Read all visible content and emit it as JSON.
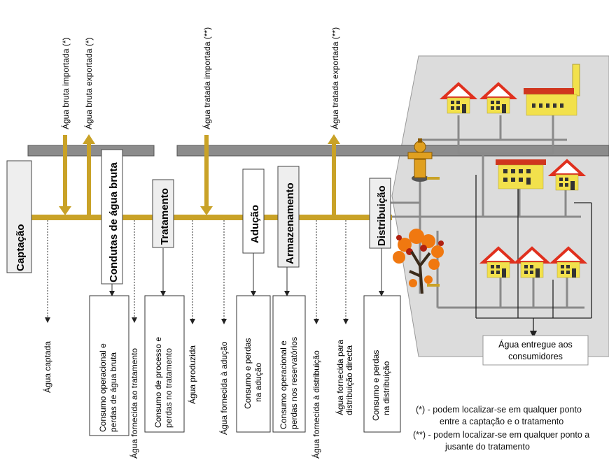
{
  "stages": {
    "captacao": "Captação",
    "condutas": "Condutas de água bruta",
    "tratamento": "Tratamento",
    "aducao": "Adução",
    "armazenamento": "Armazenamento",
    "distribuicao": "Distribuição"
  },
  "flows_top": {
    "bruta_importada": "Água bruta importada (*)",
    "bruta_exportada": "Água bruta exportada (*)",
    "tratada_importada": "Água tratada importada (**)",
    "tratada_exportada": "Água tratada exportada (**)"
  },
  "flows_bottom": {
    "captada": "Água captada",
    "fornecida_tratamento": "Água fornecida ao tratamento",
    "produzida": "Água produzida",
    "fornecida_aducao": "Água fornecida à adução",
    "fornecida_distribuicao": "Água fornecida à distribuição",
    "distribuicao_directa_1": "Água fornecida para",
    "distribuicao_directa_2": "distribuição directa"
  },
  "boxes": {
    "consumo_bruta_1": "Consumo operacional e",
    "consumo_bruta_2": "perdas de água bruta",
    "consumo_tratamento_1": "Consumo de processo e",
    "consumo_tratamento_2": "perdas  no tratamento",
    "consumo_aducao_1": "Consumo e perdas",
    "consumo_aducao_2": "na adução",
    "consumo_reservatorios_1": "Consumo operacional e",
    "consumo_reservatorios_2": "perdas nos  reservatórios",
    "consumo_distribuicao_1": "Consumo e perdas",
    "consumo_distribuicao_2": "na distribuição",
    "entregue_1": "Água entregue aos",
    "entregue_2": "consumidores"
  },
  "footnotes": {
    "line1": "(*)  -  podem localizar-se em qualquer ponto",
    "line2": "entre a captação e o tratamento",
    "line3": "(**) - podem localizar-se em qualquer ponto a",
    "line4": "jusante do tratamento"
  },
  "colors": {
    "main_pipe": "#c9a227",
    "grey_pipe": "#8c8c8c",
    "panel": "#dcdcdc",
    "house_roof": "#e0301e",
    "house_wall": "#f2e14c"
  }
}
